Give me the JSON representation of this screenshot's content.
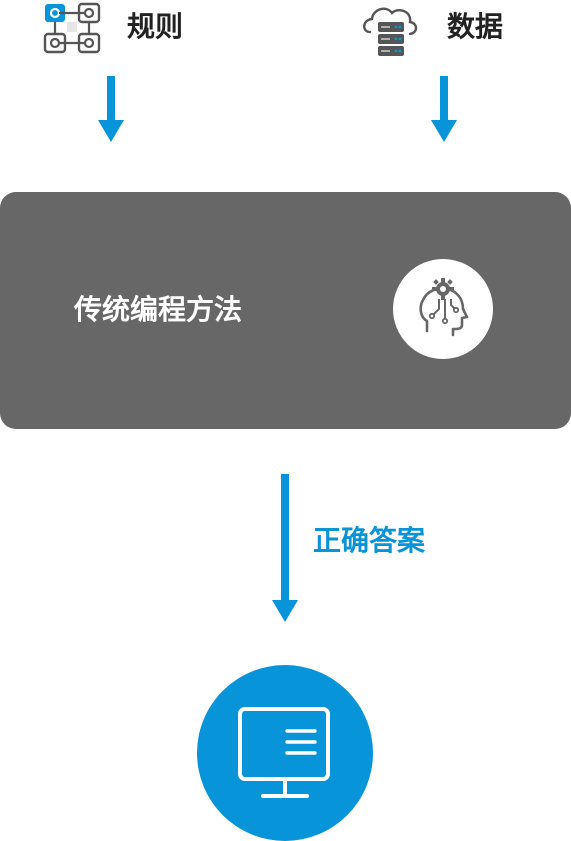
{
  "inputs": {
    "rules": {
      "label": "规则",
      "icon": "flowchart-icon"
    },
    "data": {
      "label": "数据",
      "icon": "cloud-server-icon"
    }
  },
  "process": {
    "label": "传统编程方法",
    "icon": "brain-gear-head-icon"
  },
  "output": {
    "edge_label": "正确答案",
    "icon": "monitor-icon"
  },
  "colors": {
    "accent_blue": "#0894d8",
    "process_gray": "#676767",
    "text_dark": "#222222",
    "text_white": "#ffffff"
  }
}
